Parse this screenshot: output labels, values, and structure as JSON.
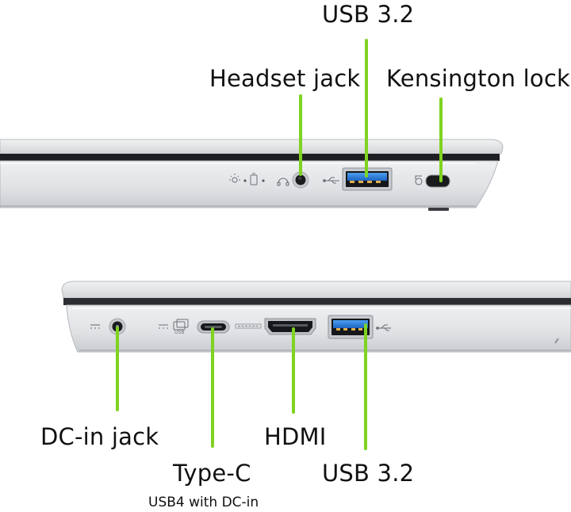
{
  "diagram": {
    "top_view": {
      "callouts": [
        {
          "id": "usb-a-top",
          "label": "USB 3.2"
        },
        {
          "id": "headset",
          "label": "Headset jack"
        },
        {
          "id": "kensington",
          "label": "Kensington lock"
        }
      ]
    },
    "bottom_view": {
      "callouts": [
        {
          "id": "dc-in",
          "label": "DC-in jack"
        },
        {
          "id": "type-c",
          "label": "Type-C",
          "sublabel": "USB4 with DC-in"
        },
        {
          "id": "hdmi",
          "label": "HDMI"
        },
        {
          "id": "usb-a-bottom",
          "label": "USB 3.2"
        }
      ]
    },
    "colors": {
      "callout_line": "#7ed321",
      "chassis": "#e3e4e6",
      "port_blue": "#2f7fd8"
    }
  }
}
